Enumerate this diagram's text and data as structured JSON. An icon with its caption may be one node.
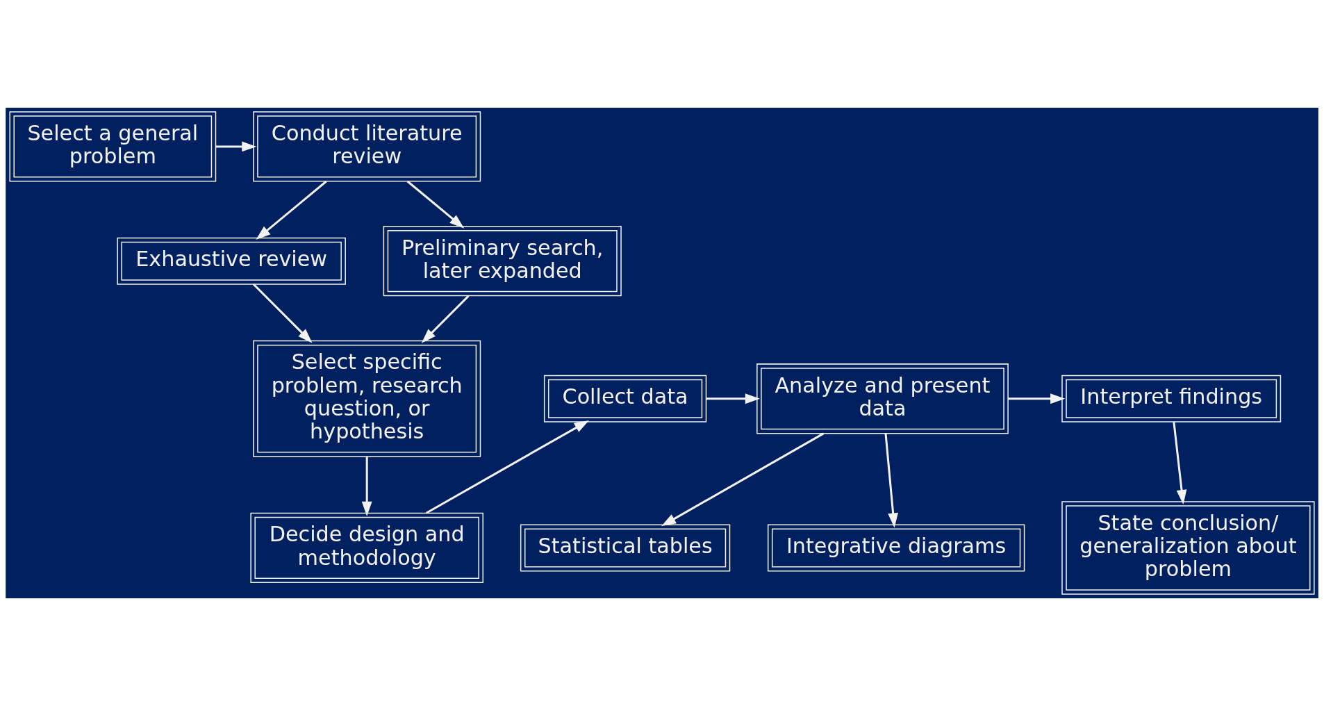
{
  "diagram": {
    "nodes": [
      {
        "text": [
          "Select a general problem"
        ]
      },
      {
        "text": [
          "Conduct literature review"
        ]
      },
      {
        "text": [
          "Exhaustive review"
        ]
      },
      {
        "text": [
          "Preliminary search, later expanded"
        ]
      },
      {
        "text": [
          "Select specific problem, research question, or hypothesis"
        ]
      },
      {
        "text": [
          "Decide design and methodology"
        ]
      },
      {
        "text": [
          "Collect data"
        ]
      },
      {
        "text": [
          "Analyze and present data"
        ]
      },
      {
        "text": [
          "Interpret findings"
        ]
      },
      {
        "text": [
          "State conclusion/ generalization about problem"
        ]
      },
      {
        "text": [
          "Statistical tables"
        ]
      },
      {
        "text": [
          "Integrative diagrams"
        ]
      }
    ],
    "edges": [
      {
        "from": 0,
        "to": 1,
        "arrow": "to"
      },
      {
        "from": 1,
        "to": 2,
        "arrow": "to"
      },
      {
        "from": 1,
        "to": 3,
        "arrow": "to"
      },
      {
        "from": 2,
        "to": 4,
        "arrow": "to"
      },
      {
        "from": 3,
        "to": 4,
        "arrow": "to"
      },
      {
        "from": 4,
        "to": 5,
        "arrow": "to"
      },
      {
        "from": 5,
        "to": 6,
        "arrow": "to"
      },
      {
        "from": 6,
        "to": 7,
        "arrow": "to"
      },
      {
        "from": 7,
        "to": 8,
        "arrow": "to"
      },
      {
        "from": 8,
        "to": 9,
        "arrow": "to"
      },
      {
        "from": 7,
        "to": 10,
        "arrow": "to"
      },
      {
        "from": 7,
        "to": 11,
        "arrow": "to"
      }
    ]
  }
}
